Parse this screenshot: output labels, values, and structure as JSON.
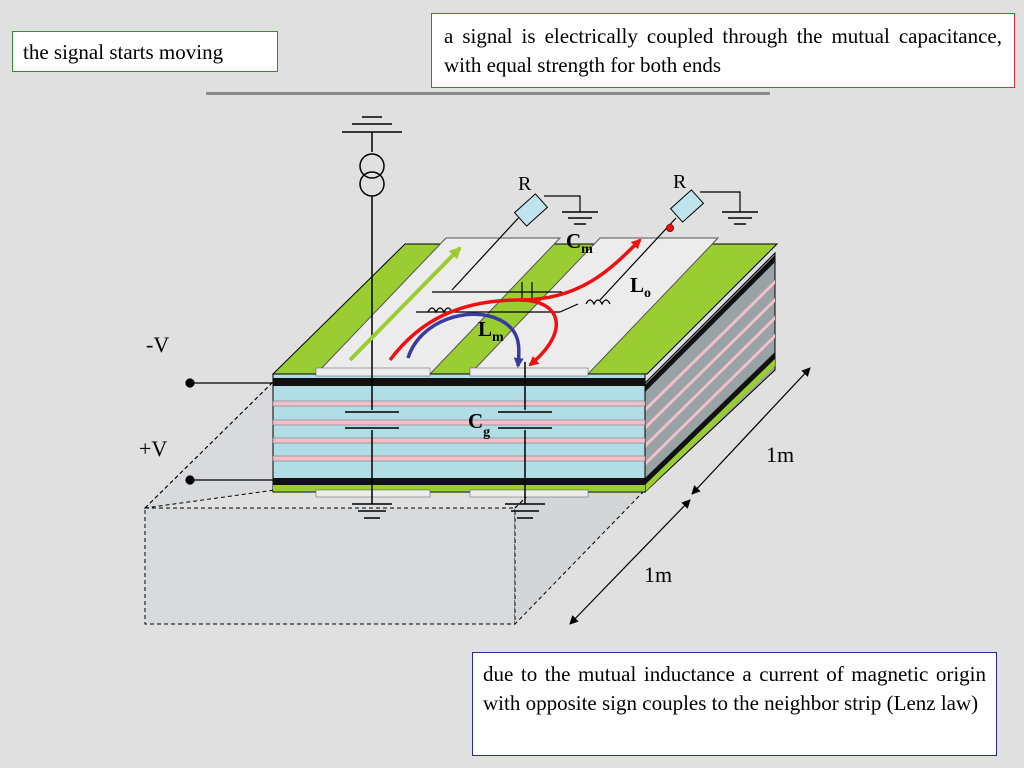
{
  "captions": {
    "start": "the signal starts moving",
    "capacitive": "a signal is electrically coupled through the mutual capacitance, with equal strength for both ends",
    "inductive": "due to the mutual inductance a current of magnetic origin with opposite sign couples to the neighbor strip (Lenz law)"
  },
  "labels": {
    "r_left": "R",
    "r_right": "R",
    "cm_main": "C",
    "cm_sub": "m",
    "lo_main": "L",
    "lo_sub": "o",
    "lm_main": "L",
    "lm_sub": "m",
    "cg_main": "C",
    "cg_sub": "g",
    "minus_v": "-V",
    "plus_v": "+V",
    "dim_depth": "1m",
    "dim_width": "1m"
  },
  "colors": {
    "background": "#e0e0e0",
    "green_plane": "#9acd32",
    "layer_blue": "#b0dde6",
    "layer_pink": "#f4c0c8",
    "strip": "#ececec",
    "signal_red": "#ee1111",
    "induced_blue": "#3a3aa0",
    "arrow_green": "#9acd32",
    "resistor": "#c0e4ee"
  }
}
